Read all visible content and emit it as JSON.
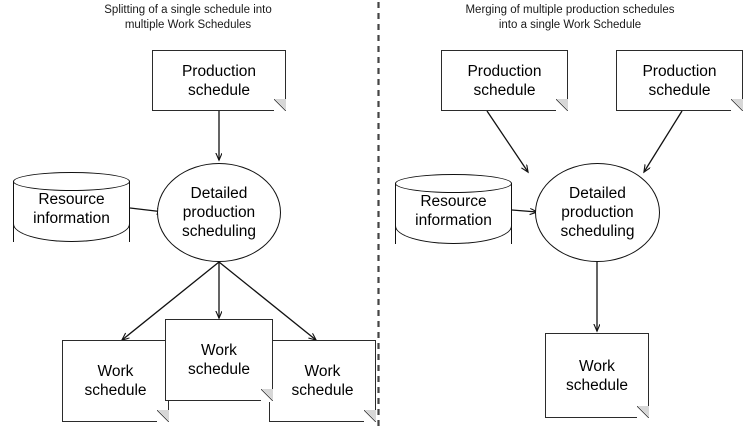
{
  "diagram": {
    "left_panel": {
      "title": "Splitting of a single schedule into\nmultiple Work Schedules",
      "production_schedule": "Production\nschedule",
      "resource_information": "Resource\ninformation",
      "process": "Detailed\nproduction\nscheduling",
      "work_schedule_1": "Work\nschedule",
      "work_schedule_2": "Work\nschedule",
      "work_schedule_3": "Work\nschedule"
    },
    "right_panel": {
      "title": "Merging of multiple production schedules\ninto a single Work Schedule",
      "production_schedule_1": "Production\nschedule",
      "production_schedule_2": "Production\nschedule",
      "resource_information": "Resource\ninformation",
      "process": "Detailed\nproduction\nscheduling",
      "work_schedule": "Work\nschedule"
    },
    "divider": "vertical-dashed-divider",
    "colors": {
      "background": "#ffffff",
      "stroke": "#111111",
      "doc_stroke": "#2b2b2b",
      "fold_fill": "#d7d7d7",
      "text": "#000000"
    }
  }
}
